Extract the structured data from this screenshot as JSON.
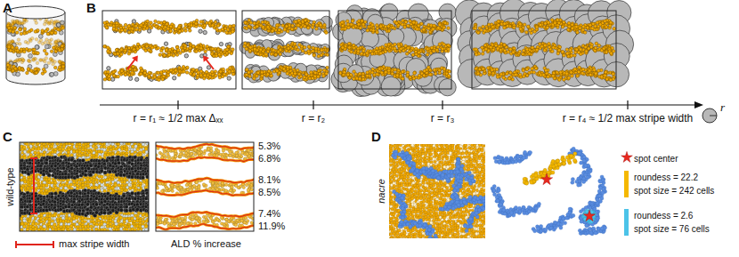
{
  "diagram": {
    "labels": [
      "A",
      "B",
      "C",
      "D",
      "r = r₁ ≈ 1/2 max Δₓₓ",
      "r = r₂",
      "r = r₃",
      "r = r₄ ≈ 1/2 max stripe width",
      "r",
      "wild-type",
      "max stripe width",
      "5.3%",
      "6.8%",
      "8.1%",
      "8.5%",
      "7.4%",
      "11.9%",
      "ALD % increase",
      "nacre"
    ],
    "legend": [
      {
        "text": "spot center"
      },
      {
        "text": "roundess = 22.2",
        "color": "#f5b800"
      },
      {
        "text": "spot size = 242 cells",
        "color": "#f5b800"
      },
      {
        "text": "roundess = 2.6",
        "color": "#4cc3e8"
      },
      {
        "text": "spot size = 76 cells",
        "color": "#4cc3e8"
      }
    ]
  }
}
